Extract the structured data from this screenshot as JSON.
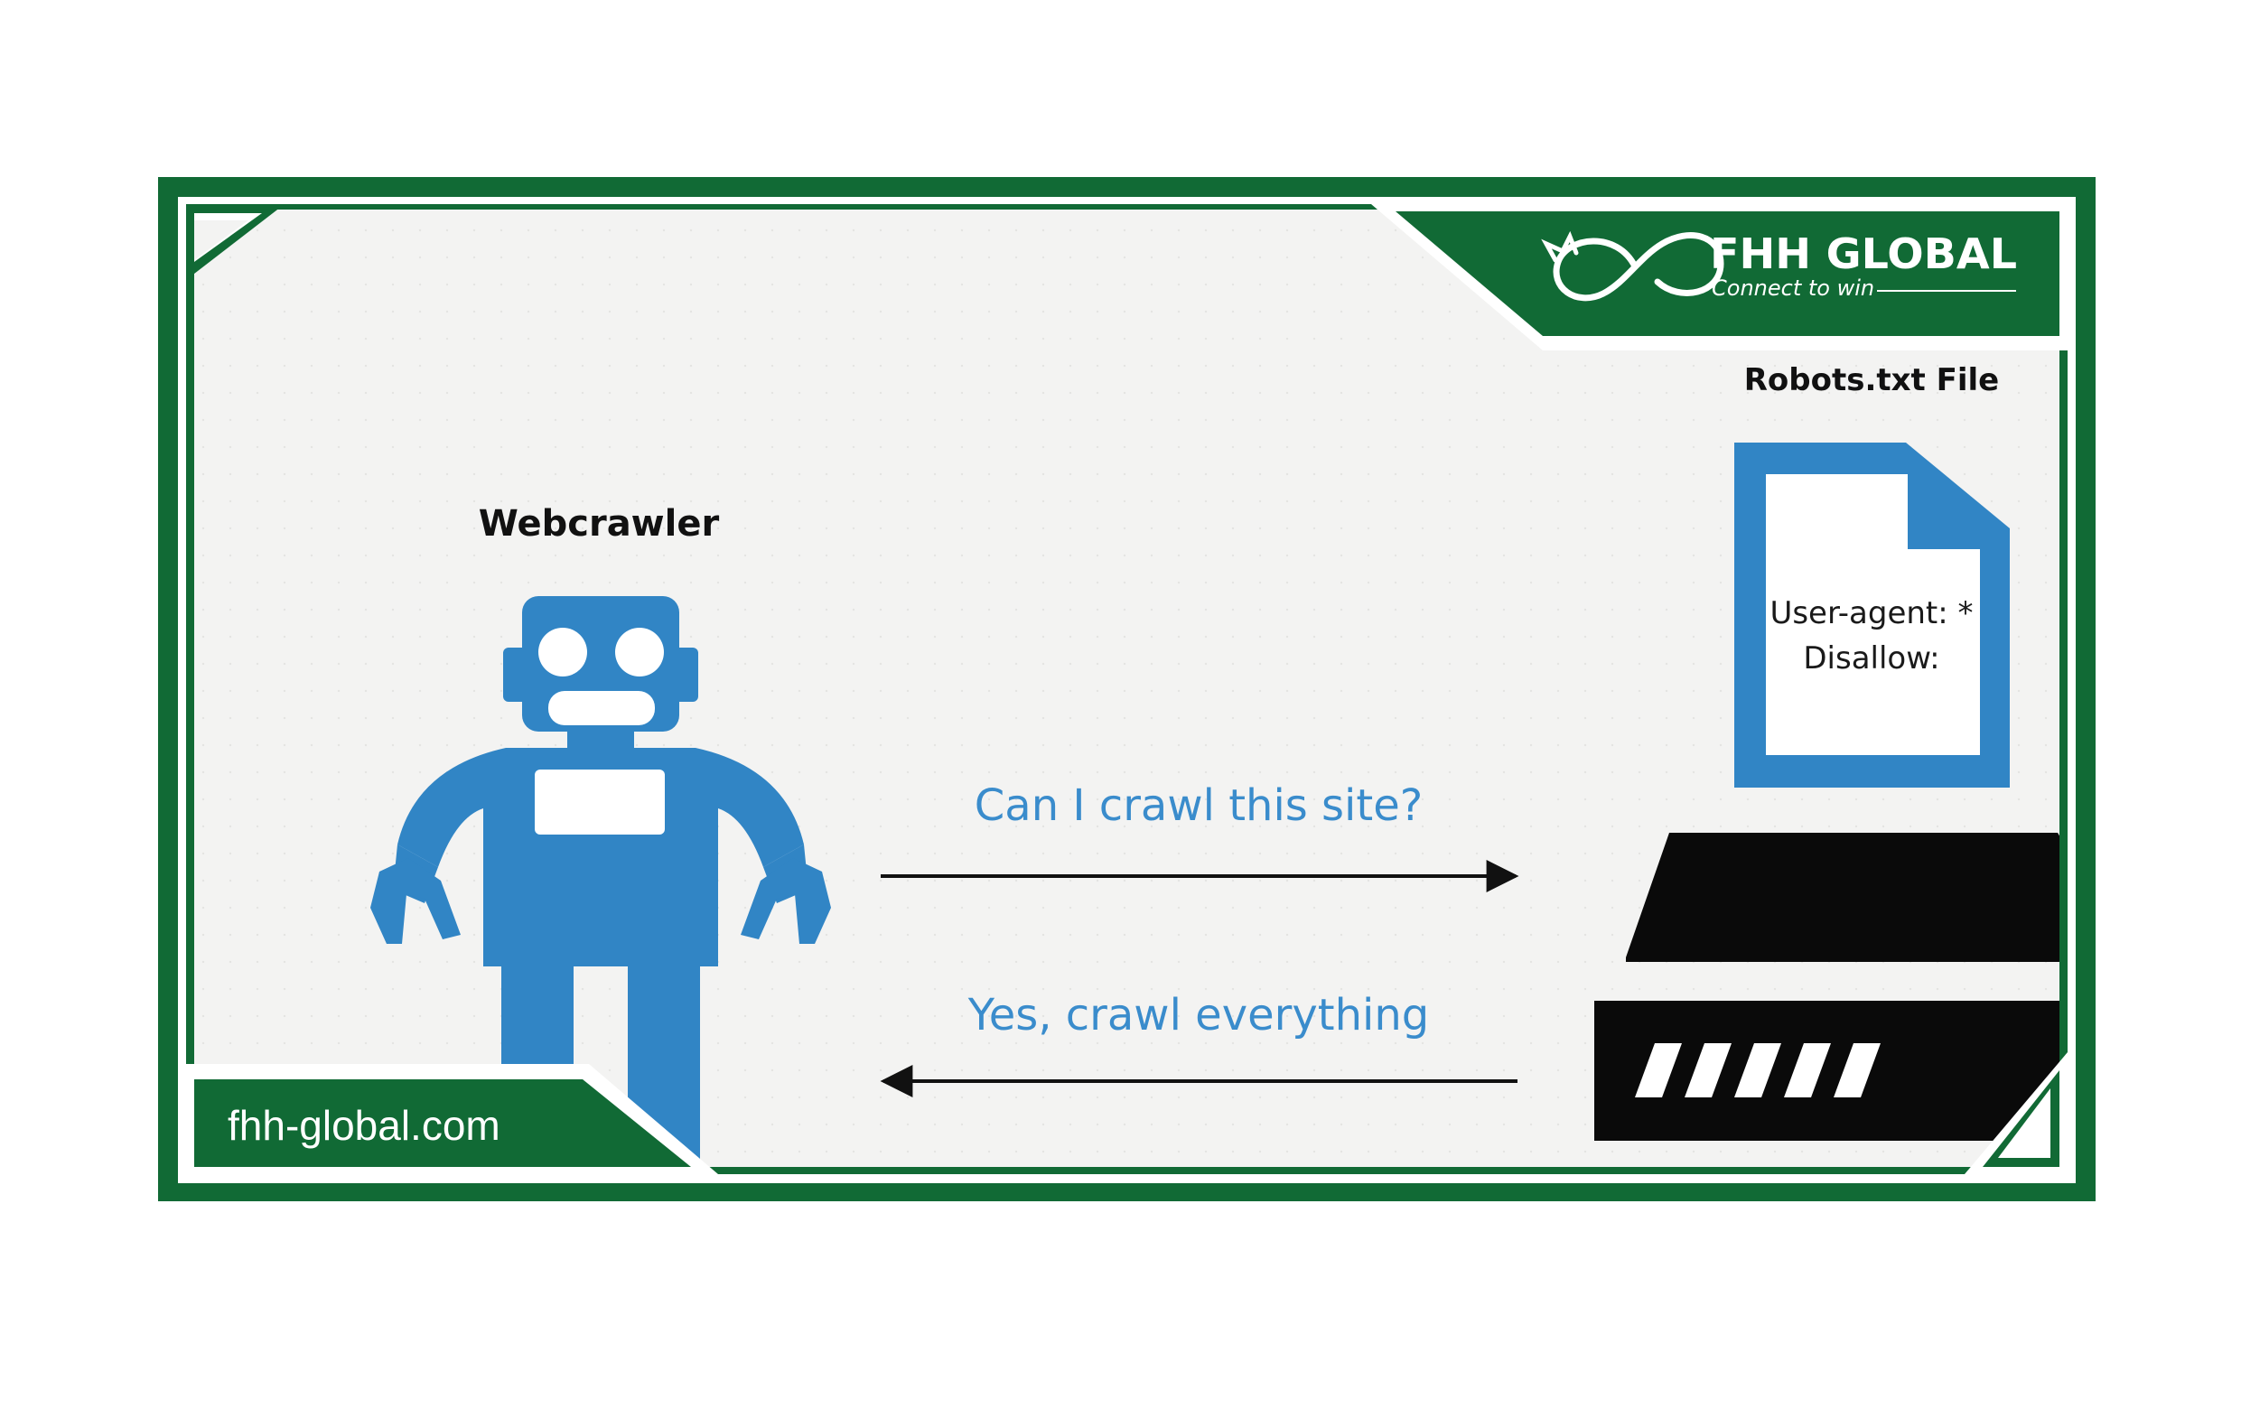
{
  "brand": {
    "name": "FHH GLOBAL",
    "tagline": "Connect to win",
    "website": "fhh-global.com",
    "colors": {
      "frame_green": "#116a35",
      "accent_blue": "#3185c5",
      "label_blue": "#3a8ccc",
      "panel_bg": "#f3f3f2",
      "server_black": "#0a0a0a"
    }
  },
  "diagram": {
    "crawler_label": "Webcrawler",
    "file_label": "Robots.txt File",
    "file_lines": [
      "User-agent: *",
      "Disallow:"
    ],
    "request_message": "Can I crawl this site?",
    "response_message": "Yes, crawl everything",
    "icons": {
      "crawler": "robot-icon",
      "file": "document-icon",
      "server": "server-icon",
      "logo": "infinity-dragon-logo-icon"
    }
  }
}
